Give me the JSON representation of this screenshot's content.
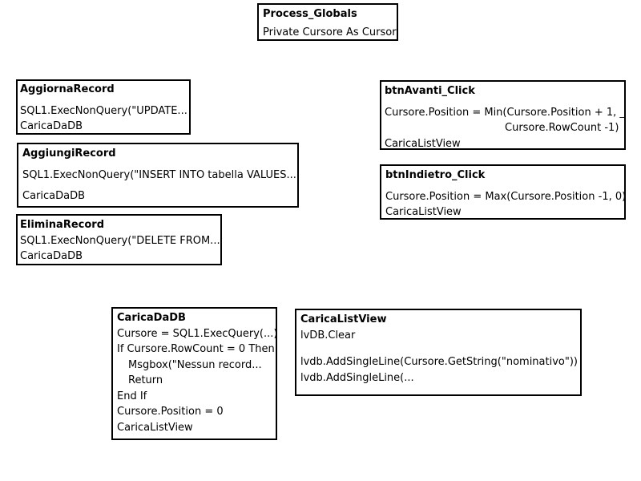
{
  "process_globals": {
    "title": "Process_Globals",
    "lines": [
      "Private Cursore As Cursor"
    ]
  },
  "aggiorna_record": {
    "title": "AggiornaRecord",
    "lines": [
      "SQL1.ExecNonQuery(\"UPDATE...",
      "CaricaDaDB"
    ]
  },
  "aggiungi_record": {
    "title": "AggiungiRecord",
    "lines": [
      "SQL1.ExecNonQuery(\"INSERT INTO tabella VALUES...",
      "CaricaDaDB"
    ]
  },
  "elimina_record": {
    "title": "EliminaRecord",
    "lines": [
      "SQL1.ExecNonQuery(\"DELETE FROM...",
      "CaricaDaDB"
    ]
  },
  "btn_avanti_click": {
    "title": "btnAvanti_Click",
    "lines": [
      "Cursore.Position = Min(Cursore.Position + 1, _",
      "Cursore.RowCount -1)",
      "CaricaListView"
    ]
  },
  "btn_indietro_click": {
    "title": "btnIndietro_Click",
    "lines": [
      "Cursore.Position = Max(Cursore.Position -1, 0)",
      "CaricaListView"
    ]
  },
  "carica_da_db": {
    "title": "CaricaDaDB",
    "lines": [
      "Cursore = SQL1.ExecQuery(...)",
      "If Cursore.RowCount = 0 Then",
      "Msgbox(\"Nessun record...",
      "Return",
      "End If",
      "Cursore.Position = 0",
      "CaricaListView"
    ]
  },
  "carica_list_view": {
    "title": "CaricaListView",
    "lines": [
      "lvDB.Clear",
      "lvdb.AddSingleLine(Cursore.GetString(\"nominativo\"))",
      "lvdb.AddSingleLine(..."
    ]
  }
}
